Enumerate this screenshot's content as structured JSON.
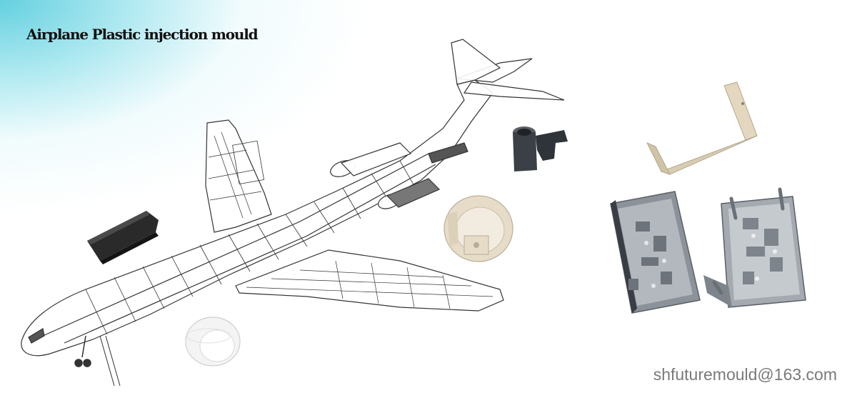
{
  "header": {
    "title": "Airplane Plastic injection mould"
  },
  "footer": {
    "email": "shfuturemould@163.com"
  },
  "colors": {
    "background_gradient": "#5ccede",
    "title_text": "#111111",
    "email_text": "#7a7a7a",
    "blueprint_line": "#333333",
    "part_black": "#2a2a2a",
    "part_beige": "#e6dcc8",
    "part_white": "#f4f4f4",
    "mould_steel": "#9aa0a6"
  },
  "images": [
    {
      "name": "airplane-cutaway-blueprint"
    },
    {
      "name": "black-channel-part"
    },
    {
      "name": "white-ring-part"
    },
    {
      "name": "beige-cylinder-part"
    },
    {
      "name": "dark-bracket-part"
    },
    {
      "name": "beige-bent-strip-part"
    },
    {
      "name": "mould-half-front"
    },
    {
      "name": "mould-half-open"
    }
  ]
}
